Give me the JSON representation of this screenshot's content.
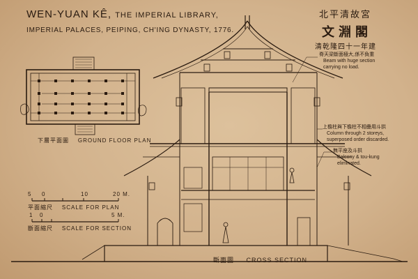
{
  "title": {
    "name": "WEN-YUAN KÊ,",
    "descriptor": "THE IMPERIAL LIBRARY,",
    "subtitle": "IMPERIAL PALACES, PEIPING, CH'ING DYNASTY, 1776."
  },
  "chinese": {
    "place": "北平清故宮",
    "name": "文淵閣",
    "date": "清乾隆四十一年建"
  },
  "plan": {
    "caption_cn": "下層平面圖",
    "caption_en": "GROUND FLOOR PLAN"
  },
  "scales": {
    "plan": {
      "marks": [
        "5",
        "0",
        "10",
        "20 M."
      ],
      "caption_cn": "平面縮尺",
      "caption_en": "SCALE FOR PLAN"
    },
    "section": {
      "marks": [
        "1",
        "0",
        "5 M."
      ],
      "caption_cn": "斷面縮尺",
      "caption_en": "SCALE FOR SECTION"
    }
  },
  "section": {
    "caption_cn": "斷面圖",
    "caption_en": "CROSS SECTION"
  },
  "annotations": [
    {
      "cn": "脊天梁斷面極大,係不負重",
      "en": [
        "Beam with huge section",
        "carrying no load."
      ]
    },
    {
      "cn": "上檐柱與下檐柱不相疊用斗拱",
      "en": [
        "Column through 2 storeys,",
        "superposed order discarded."
      ]
    },
    {
      "cn": "無平座及斗拱",
      "en": [
        "Balcony & tou-kung",
        "eliminated."
      ]
    }
  ],
  "colors": {
    "paper": "#d3b38e",
    "ink": "#2a1b10"
  }
}
